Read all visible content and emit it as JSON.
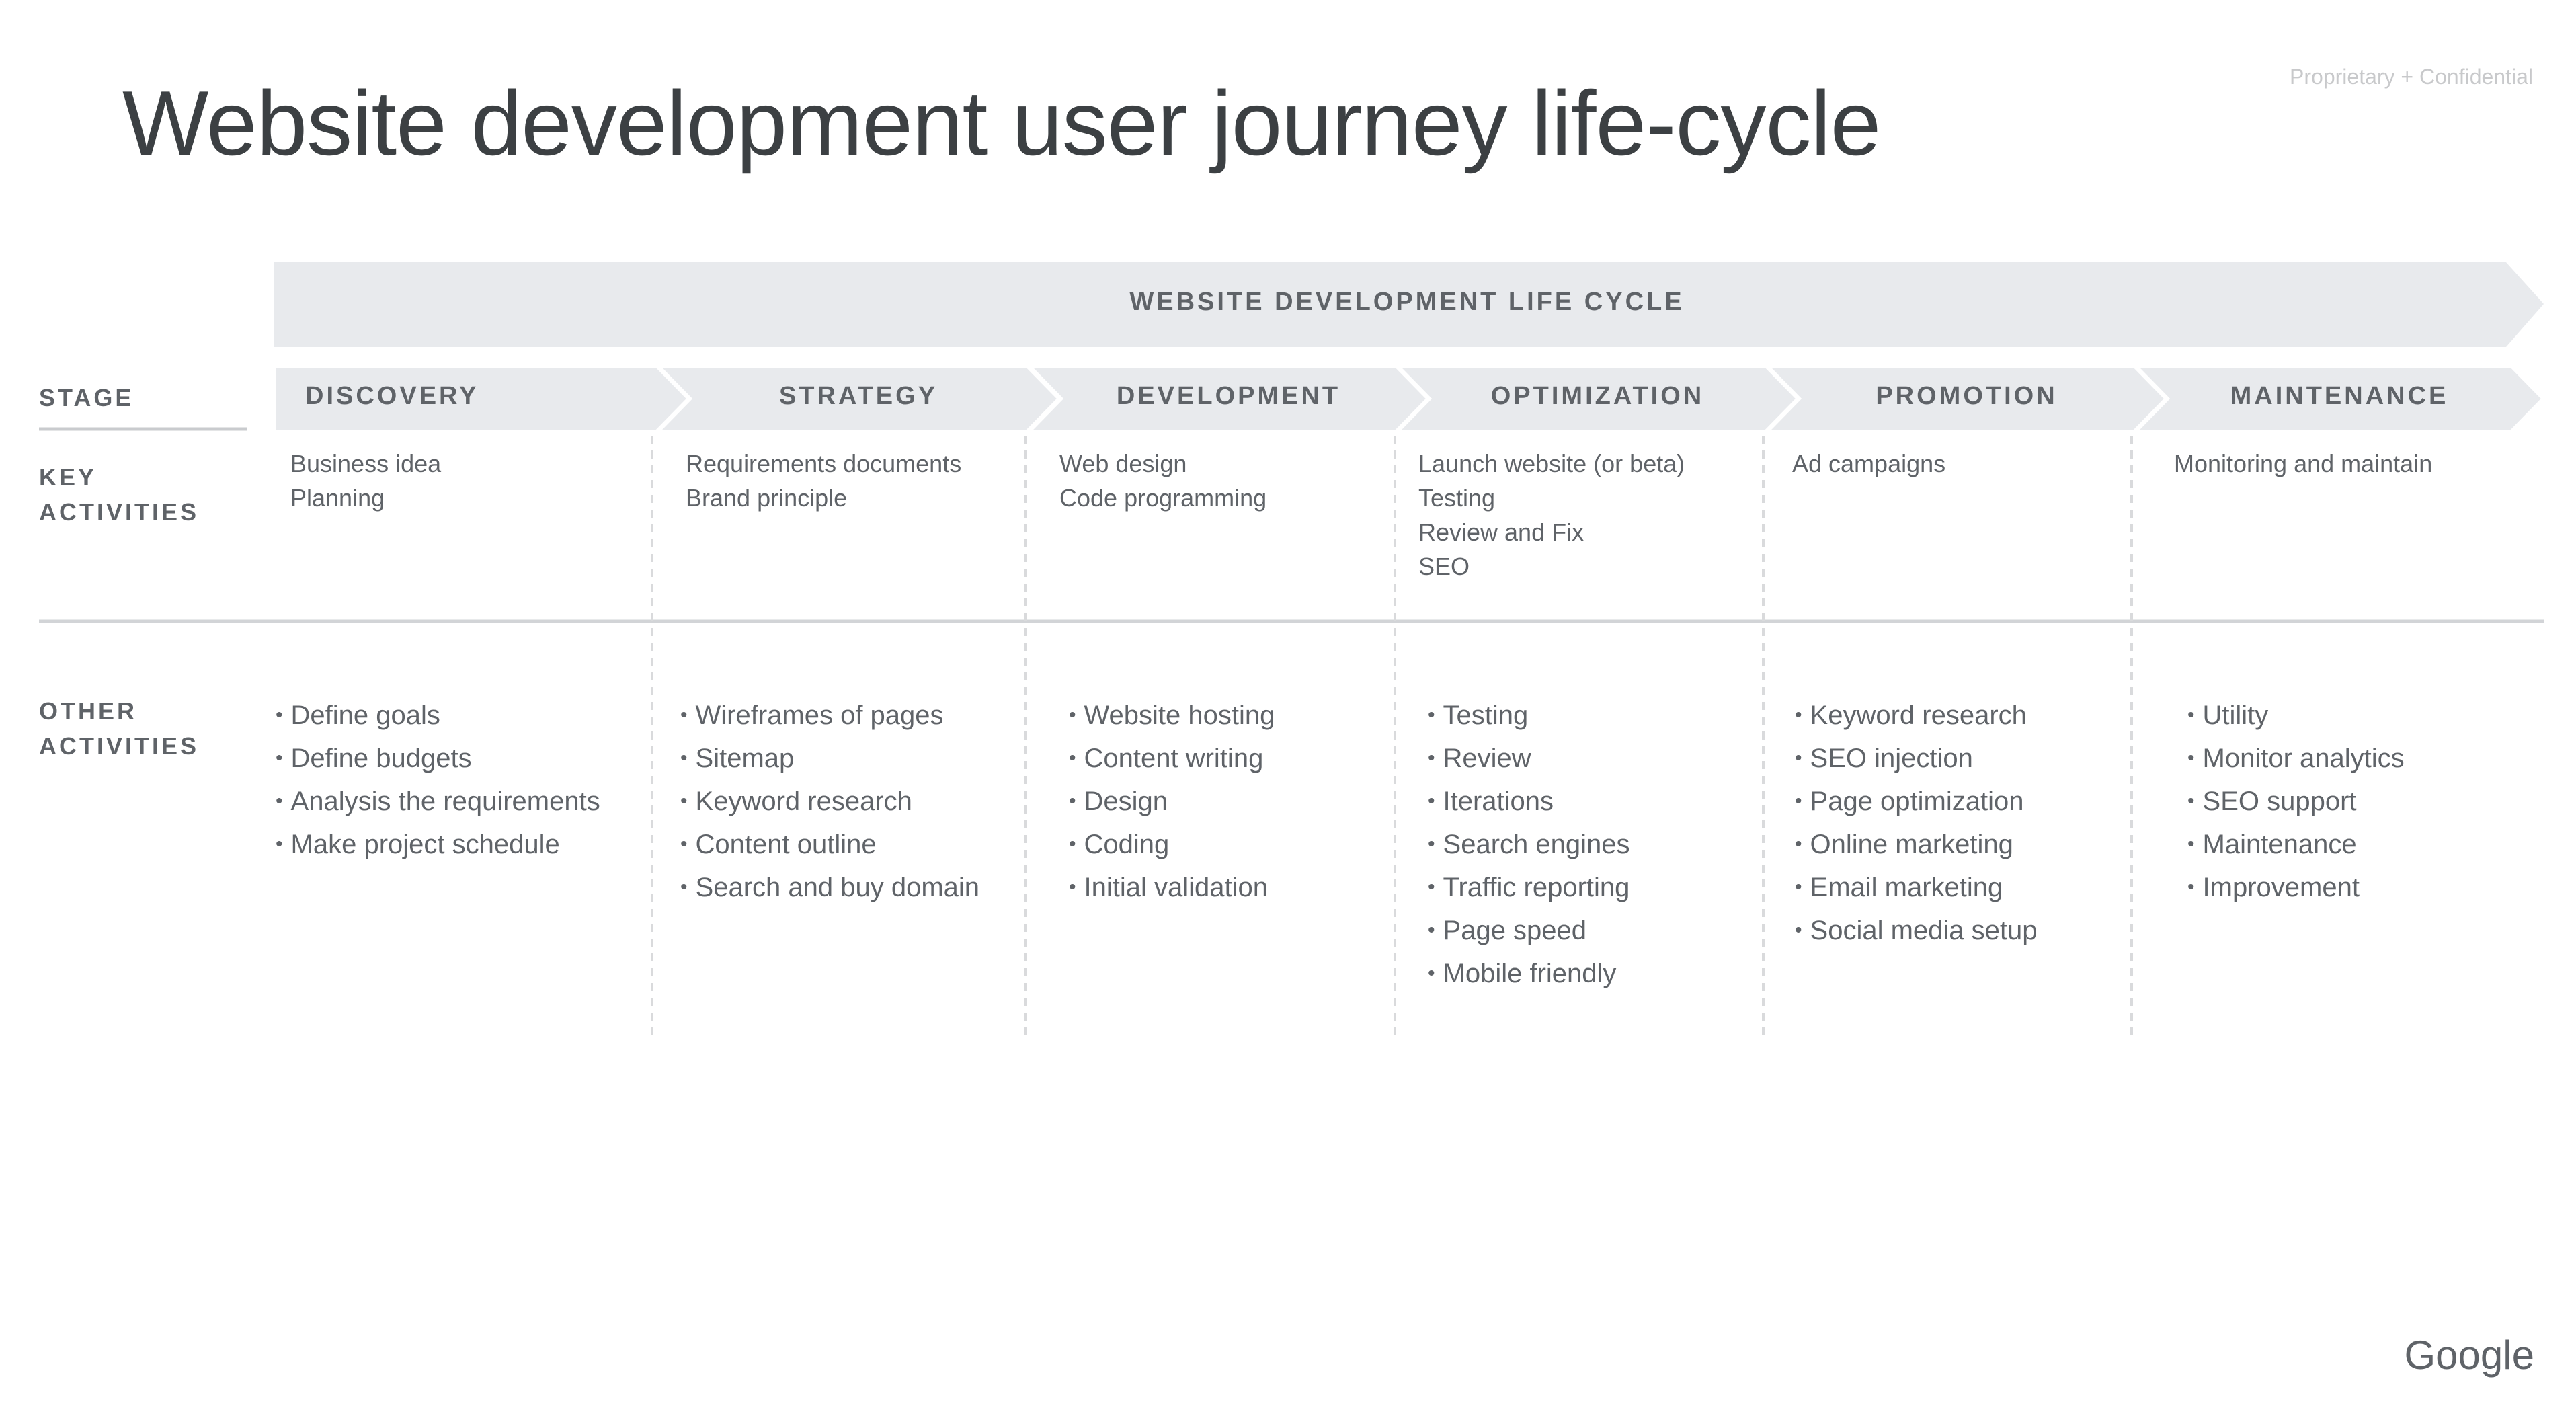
{
  "title": "Website development user journey life-cycle",
  "confidential": "Proprietary + Confidential",
  "logo": "Google",
  "banner": "WEBSITE DEVELOPMENT LIFE CYCLE",
  "row_labels": {
    "stage": "STAGE",
    "key_activities": "KEY\nACTIVITIES",
    "other_activities": "OTHER\nACTIVITIES"
  },
  "colors": {
    "band": "#e8eaed",
    "text": "#5f6368",
    "title": "#3c4043",
    "divider": "#d2d4d7",
    "dashed": "#d9dadc"
  },
  "stages": [
    {
      "name": "DISCOVERY",
      "key_activities": [
        "Business idea",
        "Planning"
      ],
      "other_activities": [
        "Define goals",
        "Define budgets",
        "Analysis the requirements",
        "Make project schedule"
      ]
    },
    {
      "name": "STRATEGY",
      "key_activities": [
        "Requirements documents",
        "Brand principle"
      ],
      "other_activities": [
        "Wireframes of pages",
        "Sitemap",
        "Keyword research",
        "Content outline",
        "Search and buy domain"
      ]
    },
    {
      "name": "DEVELOPMENT",
      "key_activities": [
        "Web design",
        "Code programming"
      ],
      "other_activities": [
        "Website hosting",
        "Content writing",
        "Design",
        "Coding",
        "Initial validation"
      ]
    },
    {
      "name": "OPTIMIZATION",
      "key_activities": [
        "Launch website (or beta)",
        "Testing",
        "Review and Fix",
        "SEO"
      ],
      "other_activities": [
        "Testing",
        "Review",
        "Iterations",
        "Search engines",
        "Traffic reporting",
        "Page speed",
        "Mobile friendly"
      ]
    },
    {
      "name": "PROMOTION",
      "key_activities": [
        "Ad campaigns"
      ],
      "other_activities": [
        "Keyword research",
        "SEO injection",
        "Page optimization",
        "Online marketing",
        "Email marketing",
        "Social media setup"
      ]
    },
    {
      "name": "MAINTENANCE",
      "key_activities": [
        "Monitoring and maintain"
      ],
      "other_activities": [
        "Utility",
        "Monitor analytics",
        "SEO support",
        "Maintenance",
        "Improvement"
      ]
    }
  ]
}
